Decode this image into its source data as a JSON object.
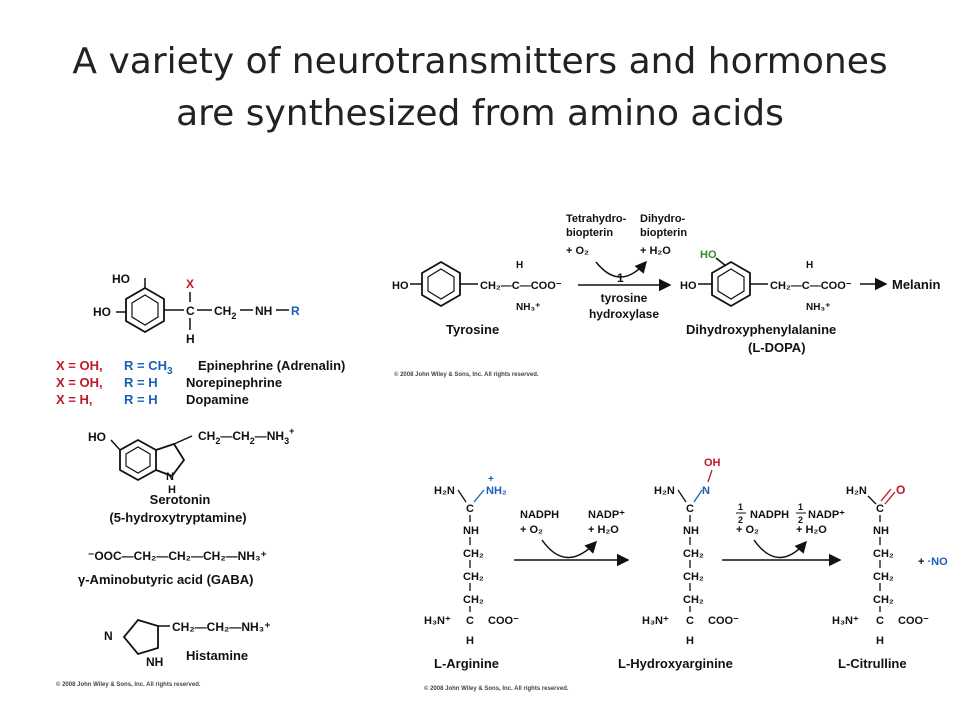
{
  "title": {
    "line1": "A variety of neurotransmitters and hormones",
    "line2": "are synthesized from amino acids"
  },
  "colors": {
    "red": "#c0172a",
    "blue": "#1a5fb4",
    "green": "#2e8b2e",
    "black": "#111111"
  },
  "catecholamines": {
    "HO_top": "HO",
    "HO_bottom": "HO",
    "X": "X",
    "C": "C",
    "H": "H",
    "CH2": "CH",
    "sub2": "2",
    "NH": "NH",
    "R": "R",
    "table": [
      {
        "x": "X = OH,",
        "r": "R = CH",
        "r_sub": "3",
        "name": "Epinephrine (Adrenalin)"
      },
      {
        "x": "X = OH,",
        "r": "R = H",
        "r_sub": "",
        "name": "Norepinephrine"
      },
      {
        "x": "X = H,",
        "r": "R = H",
        "r_sub": "",
        "name": "Dopamine"
      }
    ]
  },
  "serotonin": {
    "HO": "HO",
    "chain": "CH",
    "sub": "2",
    "NH3": "NH",
    "N": "N",
    "H": "H",
    "name": "Serotonin",
    "alt": "(5-hydroxytryptamine)"
  },
  "gaba": {
    "formula": "⁻OOC—CH₂—CH₂—CH₂—NH₃⁺",
    "name": "γ-Aminobutyric acid (GABA)"
  },
  "histamine": {
    "N": "N",
    "NH": "NH",
    "chain": "CH₂—CH₂—NH₃⁺",
    "name": "Histamine"
  },
  "tyrosine": {
    "HO": "HO",
    "chain": "CH₂—C—COO⁻",
    "H": "H",
    "NH3": "NH₃⁺",
    "name": "Tyrosine",
    "cof_in_1": "Tetrahydro-",
    "cof_in_2": "biopterin",
    "cof_in_3": "+ O₂",
    "cof_out_1": "Dihydro-",
    "cof_out_2": "biopterin",
    "cof_out_3": "+ H₂O",
    "step": "1",
    "enzyme_1": "tyrosine",
    "enzyme_2": "hydroxylase",
    "dopa_HO_green": "HO",
    "dopa_HO": "HO",
    "dopa_name": "Dihydroxyphenylalanine",
    "dopa_alt": "(L-DOPA)",
    "melanin": "Melanin"
  },
  "nos": {
    "arg_name": "L-Arginine",
    "hydroxy_name": "L-Hydroxyarginine",
    "cit_name": "L-Citrulline",
    "H2N": "H₂N",
    "NH2plus": "NH₂",
    "plus": "+",
    "C": "C",
    "NH": "NH",
    "CH2": "CH₂",
    "H3N": "H₃N⁺",
    "COO": "COO⁻",
    "H": "H",
    "N": "N",
    "OH": "OH",
    "O": "O",
    "step1_in_1": "NADPH",
    "step1_in_2": "+ O₂",
    "step1_out_1": "NADP⁺",
    "step1_out_2": "+ H₂O",
    "step2_in_1": "NADPH",
    "step2_in_2": "+ O₂",
    "step2_out_1": "NADP⁺",
    "step2_out_2": "+ H₂O",
    "half": "1",
    "half_den": "2",
    "no_radical": "+  ·NO"
  },
  "copyright": "© 2008 John Wiley & Sons, Inc. All rights reserved."
}
